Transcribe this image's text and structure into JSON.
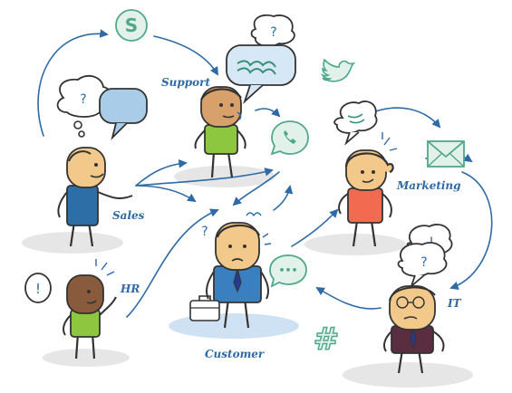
{
  "labels": {
    "support": "Support",
    "sales": "Sales",
    "marketing": "Marketing",
    "hr": "HR",
    "customer": "Customer",
    "it": "IT"
  },
  "bubble_glyphs": {
    "question": "?",
    "exclamation": "!",
    "chat_dots": "•••",
    "hash": "#"
  },
  "icons": [
    "skype-icon",
    "twitter-icon",
    "whatsapp-icon",
    "email-icon",
    "chat-icon",
    "hashtag-icon",
    "briefcase-icon"
  ],
  "colors": {
    "accent": "#2d6aa6",
    "icon_green": "#4fa88b",
    "ground": "#e3e3e3",
    "skin": "#f2c98a",
    "support_shirt": "#8dc63f",
    "sales_shirt": "#2e6ea6",
    "marketing_shirt": "#f26a4f",
    "hr_shirt": "#8dc63f",
    "customer_shirt": "#3a7fc0",
    "it_shirt": "#5b2d40",
    "note_blue": "#a9cde9"
  }
}
